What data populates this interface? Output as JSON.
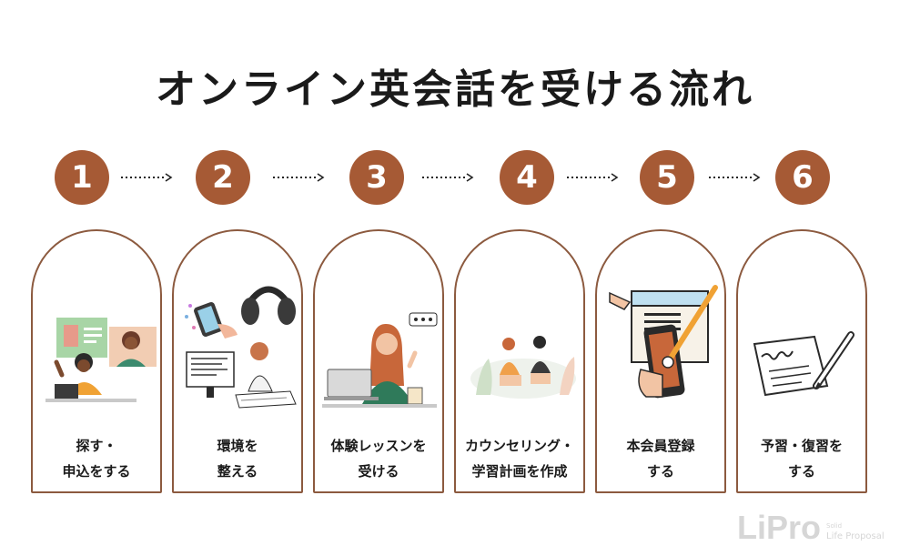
{
  "title": "オンライン英会話を受ける流れ",
  "accent_color": "#a65a35",
  "border_color": "#8c5a3f",
  "steps": [
    {
      "number": "1",
      "label": "探す・\n申込をする",
      "icon": "video-call-icon"
    },
    {
      "number": "2",
      "label": "環境を\n整える",
      "icon": "headphones-icon"
    },
    {
      "number": "3",
      "label": "体験レッスンを\n受ける",
      "icon": "trial-lesson-icon"
    },
    {
      "number": "4",
      "label": "カウンセリング・\n学習計画を作成",
      "icon": "counseling-icon"
    },
    {
      "number": "5",
      "label": "本会員登録\nする",
      "icon": "smartphone-contract-icon"
    },
    {
      "number": "6",
      "label": "予習・復習を\nする",
      "icon": "review-note-icon"
    }
  ],
  "logo": {
    "mark": "LiPro",
    "sub": "Life Proposal",
    "tiny": "Solid"
  }
}
